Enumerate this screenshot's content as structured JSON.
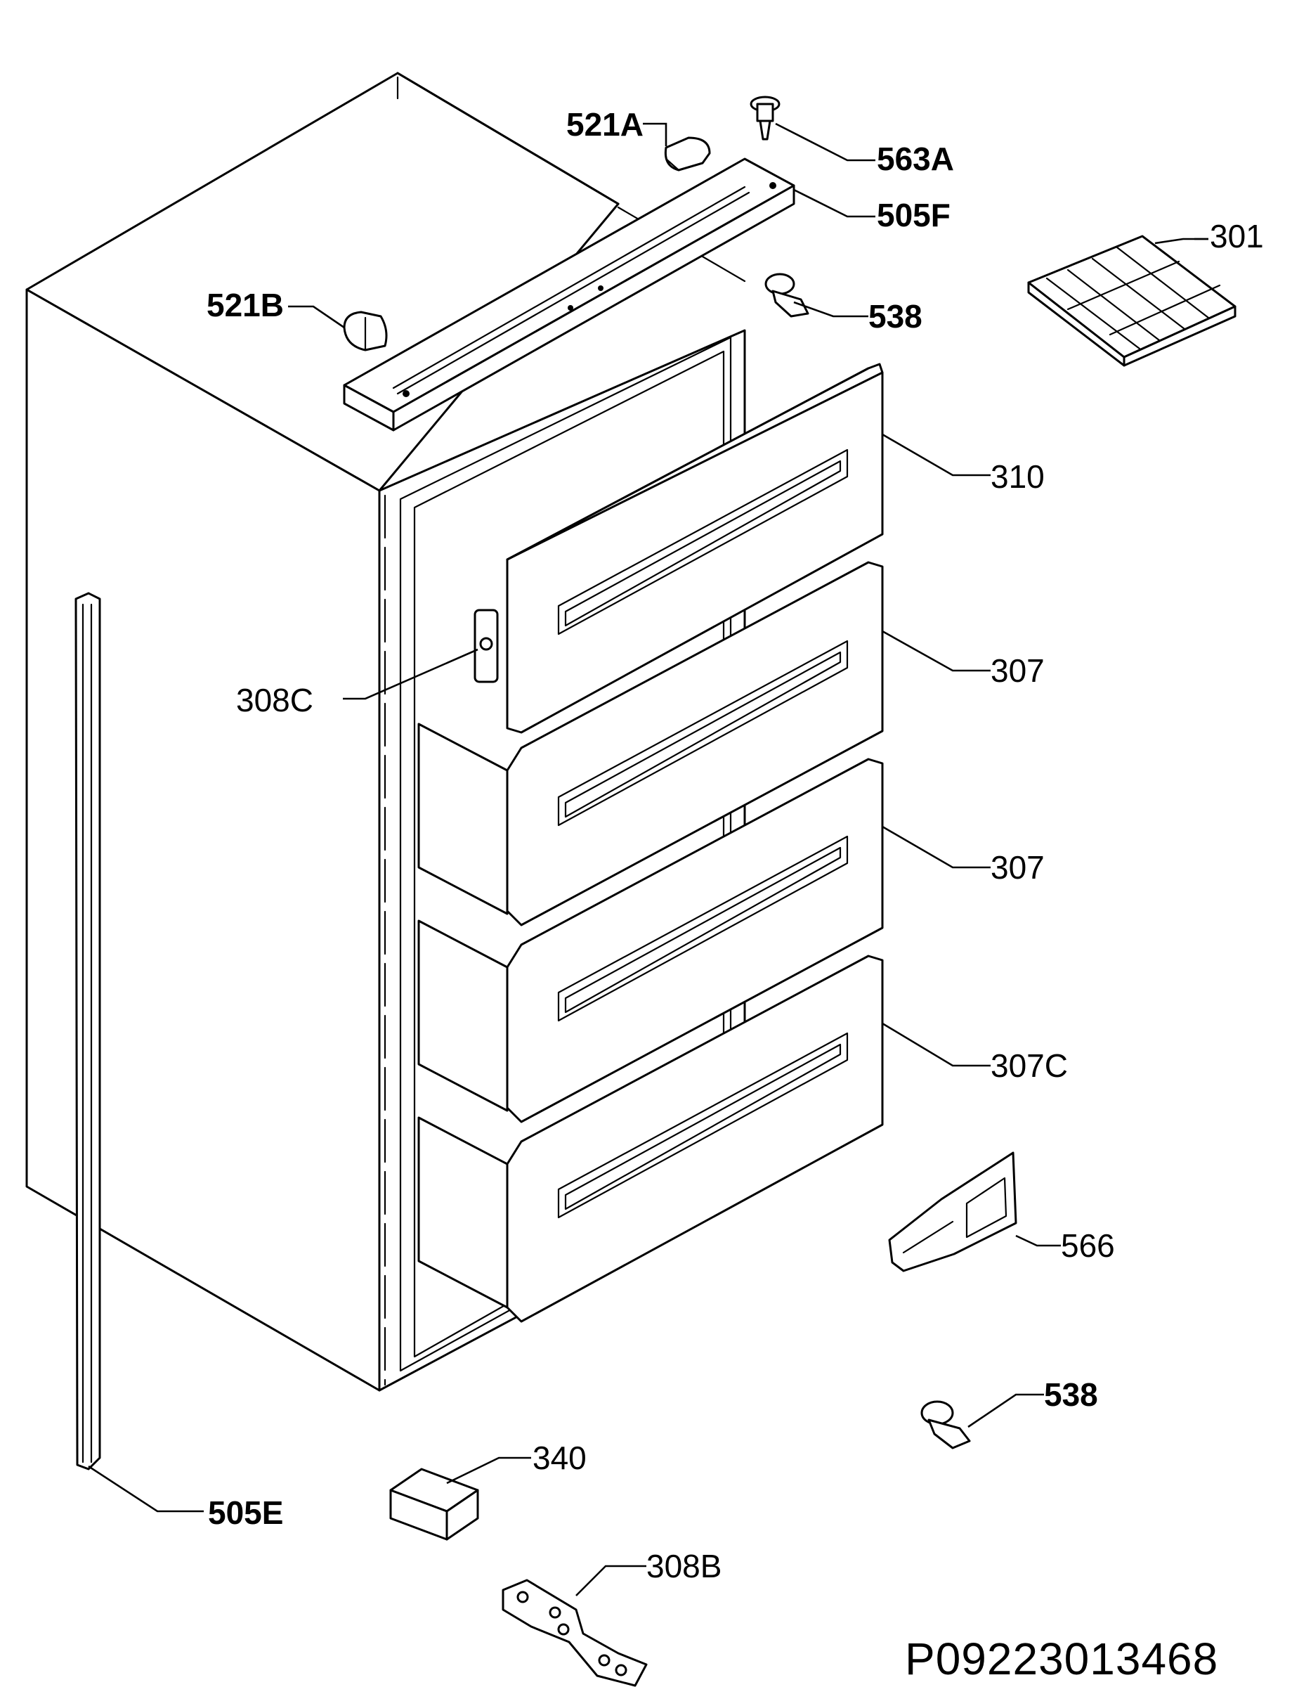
{
  "labels": {
    "p521a": "521A",
    "p563a": "563A",
    "p505f": "505F",
    "p301": "301",
    "p521b": "521B",
    "p538_top": "538",
    "p310": "310",
    "p307_upper": "307",
    "p308c": "308C",
    "p307_lower": "307",
    "p307c": "307C",
    "p566": "566",
    "p538_bottom": "538",
    "p340": "340",
    "p505e": "505E",
    "p308b": "308B"
  },
  "document_id": "P09223013468"
}
